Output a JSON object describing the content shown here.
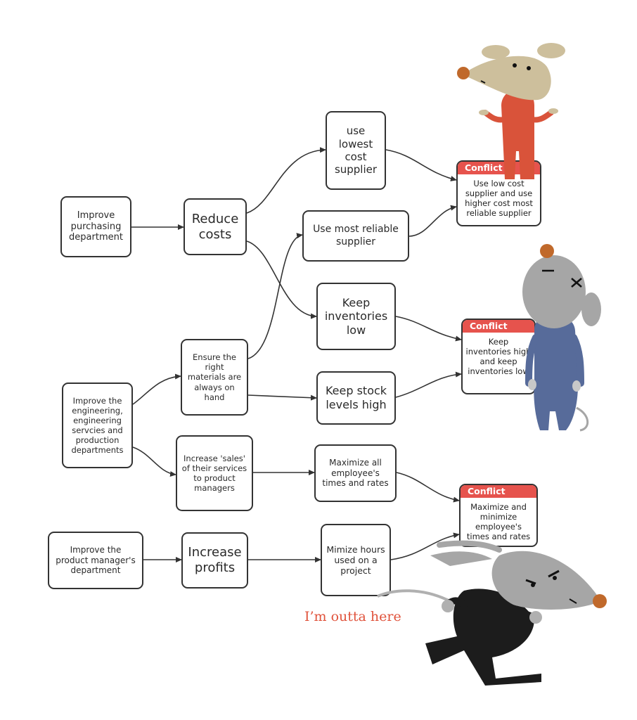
{
  "nodes": {
    "improve_purchasing": "Improve purchasing department",
    "reduce_costs": "Reduce costs",
    "lowest_cost": "use lowest cost supplier",
    "most_reliable": "Use most reliable supplier",
    "keep_inv_low": "Keep inventories low",
    "keep_stock_high": "Keep stock levels high",
    "ensure_materials": "Ensure the right materials are always on hand",
    "improve_engineering": "Improve the engineering, engineering servcies and production departments",
    "increase_sales": "Increase 'sales' of their services to product managers",
    "maximize_times": "Maximize all employee's times and rates",
    "improve_pm": "Improve the product manager's department",
    "increase_profits": "Increase profits",
    "minimize_hours": "Mimize hours used on a project"
  },
  "conflicts": [
    {
      "header": "Conflict",
      "text": "Use low cost supplier and use higher cost most reliable supplier"
    },
    {
      "header": "Conflict",
      "text": "Keep inventories high and keep inventories low"
    },
    {
      "header": "Conflict",
      "text": "Maximize and minimize employee's times and rates"
    }
  ],
  "caption": "I’m outta here",
  "colors": {
    "conflict_header": "#e6534d",
    "caption": "#e0533c",
    "mouse_orange_body": "#d9533a",
    "mouse_tan_head": "#cdbf9c",
    "mouse_blue_body": "#576b9a",
    "mouse_gray": "#a6a6a6",
    "mouse_black_body": "#1c1c1c",
    "nose": "#c0692b"
  }
}
